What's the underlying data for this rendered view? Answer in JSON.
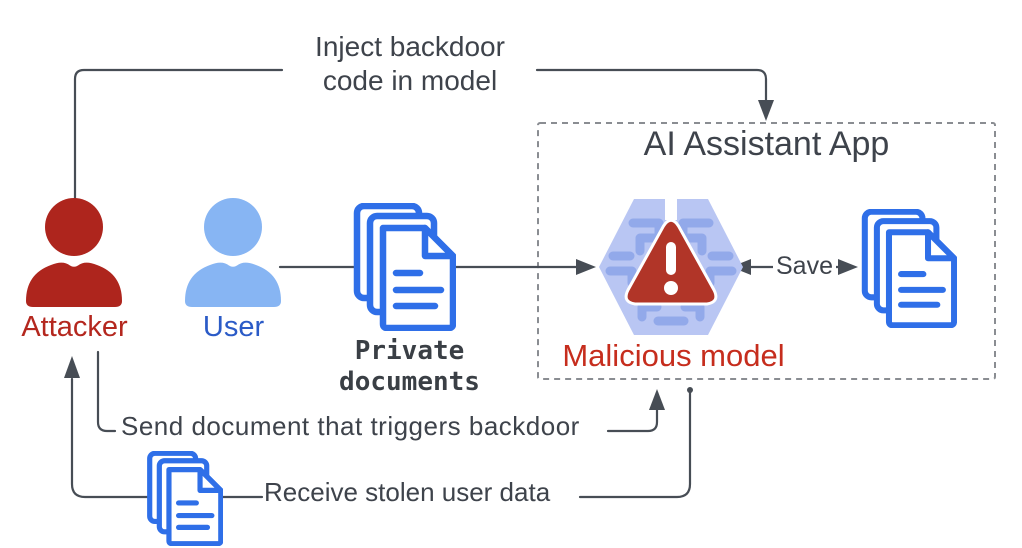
{
  "box": {
    "title": "AI Assistant App"
  },
  "labels": {
    "inject": "Inject backdoor\ncode in model",
    "attacker": "Attacker",
    "user": "User",
    "private_documents": "Private\ndocuments",
    "malicious_model": "Malicious model",
    "save": "Save",
    "send": "Send document that triggers backdoor",
    "receive": "Receive stolen user data"
  },
  "colors": {
    "attacker_icon": "#ae251d",
    "attacker_label": "#b4271e",
    "user_icon": "#87b5f3",
    "user_label": "#2b5bc7",
    "document_blue": "#2f6fe8",
    "chip_light": "#b9c6f3",
    "chip_dark": "#92a9ea",
    "warning_triangle": "#b13528",
    "malicious_label": "#c62d1d",
    "line": "#474d55",
    "text": "#3e434b",
    "box_border": "#8a8d92",
    "private_label": "#3a3f45"
  },
  "icons": [
    "attacker-person-icon",
    "user-person-icon",
    "private-documents-icon",
    "saved-documents-icon",
    "stolen-documents-icon",
    "ai-chip-hexagon-icon",
    "warning-triangle-icon"
  ]
}
